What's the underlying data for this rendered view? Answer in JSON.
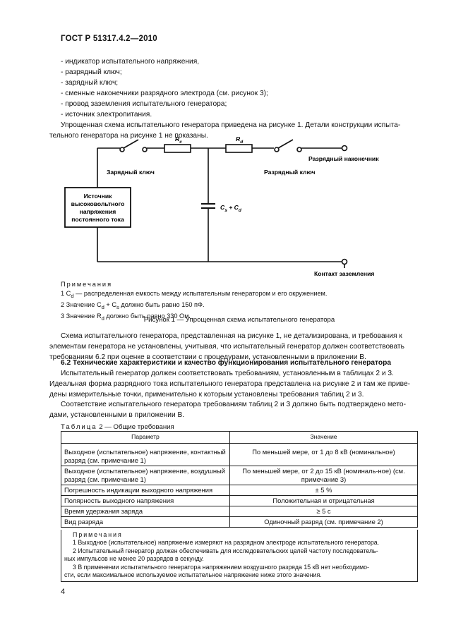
{
  "header": {
    "title": "ГОСТ Р 51317.4.2—2010"
  },
  "bullets": [
    "- индикатор испытательного напряжения,",
    "- разрядный ключ;",
    "- зарядный ключ;",
    "- сменные наконечники разрядного электрода (см. рисунок 3);",
    "- провод заземления испытательного генератора;",
    "- источник электропитания."
  ],
  "intro": {
    "line1": "Упрощенная схема испытательного генератора приведена на рисунке 1. Детали конструкции испыта-",
    "line2": "тельного генератора на рисунке 1 не показаны."
  },
  "figure": {
    "rc_label": "R",
    "rc_sub": "c",
    "rd_label": "R",
    "rd_sub": "d",
    "cap_label": "C",
    "cap_sub1": "s",
    "cap_plus": " + C",
    "cap_sub2": "d",
    "charge_switch": "Зарядный ключ",
    "discharge_switch": "Разрядный ключ",
    "discharge_tip": "Разрядный наконечник",
    "source_lines": [
      "Источник",
      "высоковольтного",
      "напряжения",
      "постоянного тока"
    ],
    "ground": "Контакт заземления"
  },
  "fig_notes": {
    "heading": "Примечания",
    "n1_pre": "1 C",
    "n1_sub": "d",
    "n1_post": " — распределенная емкость между испытательным генератором и его окружением.",
    "n2_pre": "2 Значение  C",
    "n2_sub1": "d",
    "n2_mid": " + C",
    "n2_sub2": "s",
    "n2_post": "  должно быть равно 150 пФ.",
    "n3_pre": "3  Значение R",
    "n3_sub": "d",
    "n3_post": "  должно быть равно 330 Ом."
  },
  "caption": "Рисунок 1 — Упрощенная схема испытательного генератора",
  "para1": [
    "Схема испытательного генератора, представленная на рисунке 1, не детализирована, и требования к",
    "элементам генератора не установлены, учитывая, что  испытательный генератор должен соответствовать",
    "требованиям 6.2 при оценке в соответствии с процедурами, установленными в приложении В."
  ],
  "section": "6.2 Технические характеристики и качество функционирования испытательного генератора",
  "para2": [
    "Испытательный генератор должен соответствовать требованиям, установленным в таблицах 2 и 3.",
    "Идеальная форма разрядного тока испытательного генератора представлена на рисунке 2 и там же приве-",
    "дены  измерительные точки, применительно к которым установлены  требования таблиц 2 и 3."
  ],
  "para3": [
    "Соответствие испытательного генератора требованиям таблиц 2 и 3 должно быть подтверждено мето-",
    "дами,  установленными в приложении В."
  ],
  "table": {
    "title_prefix": "Таблица",
    "title_suffix": " 2 — Общие требования",
    "col_param": "Параметр",
    "col_value": "Значение",
    "rows": [
      {
        "param": "Выходное (испытательное) напряжение, контактный разряд (см. примечание 1)",
        "value": "По  меньшей мере,  от 1 до 8 кВ (номинальное)"
      },
      {
        "param": "Выходное (испытательное) напряжение, воздушный разряд (см. примечание 1)",
        "value": "По  меньшей мере,  от 2 до 15 кВ (номиналь-ное) (см. примечание 3)"
      },
      {
        "param": "Погрешность индикации выходного напряжения",
        "value": "± 5 %"
      },
      {
        "param": "Полярность выходного напряжения",
        "value": "Положительная и отрицательная"
      },
      {
        "param": "Время удержания заряда",
        "value": "≥ 5 с"
      },
      {
        "param": "Вид разряда",
        "value": "Одиночный разряд  (см. примечание 2)"
      }
    ],
    "notes_heading": "Примечания",
    "notes": [
      "1 Выходное (испытательное) напряжение измеряют на разрядном электроде испытательного генератора.",
      "2 Испытательный генератор должен обеспечивать для исследовательских целей частоту последователь-",
      "ных импульсов  не менее  20  разрядов в секунду.",
      "3  В  применении испытательного генератора  напряжением воздушного разряда 15 кВ нет необходимо-",
      "сти, если   максимальное используемое испытательное напряжение ниже этого значения."
    ]
  },
  "page_number": "4"
}
